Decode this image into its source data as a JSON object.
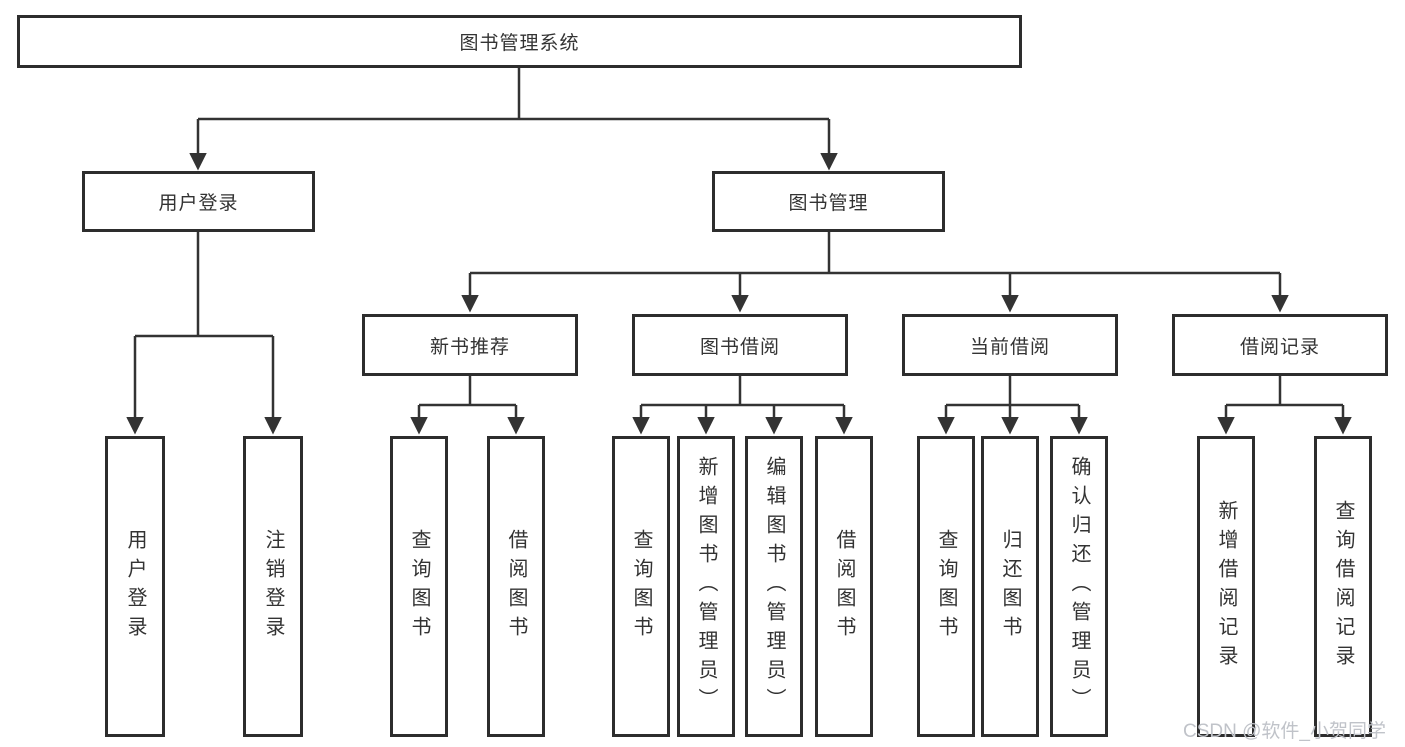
{
  "diagram": {
    "root": "图书管理系统",
    "branches": [
      "用户登录",
      "图书管理"
    ],
    "modules": [
      "新书推荐",
      "图书借阅",
      "当前借阅",
      "借阅记录"
    ],
    "leaves": {
      "user_login": [
        "用户登录",
        "注销登录"
      ],
      "new_book_recommend": [
        "查询图书",
        "借阅图书"
      ],
      "book_borrow": [
        "查询图书",
        "新增图书（管理员）",
        "编辑图书（管理员）",
        "借阅图书"
      ],
      "current_borrow": [
        "查询图书",
        "归还图书",
        "确认归还（管理员）"
      ],
      "borrow_record": [
        "新增借阅记录",
        "查询借阅记录"
      ]
    }
  },
  "watermark": "CSDN @软件_小贺同学",
  "colors": {
    "line": "#333333",
    "border": "#2d2d2d",
    "text": "#333333",
    "watermark": "#c0c3c9",
    "background": "#ffffff"
  }
}
